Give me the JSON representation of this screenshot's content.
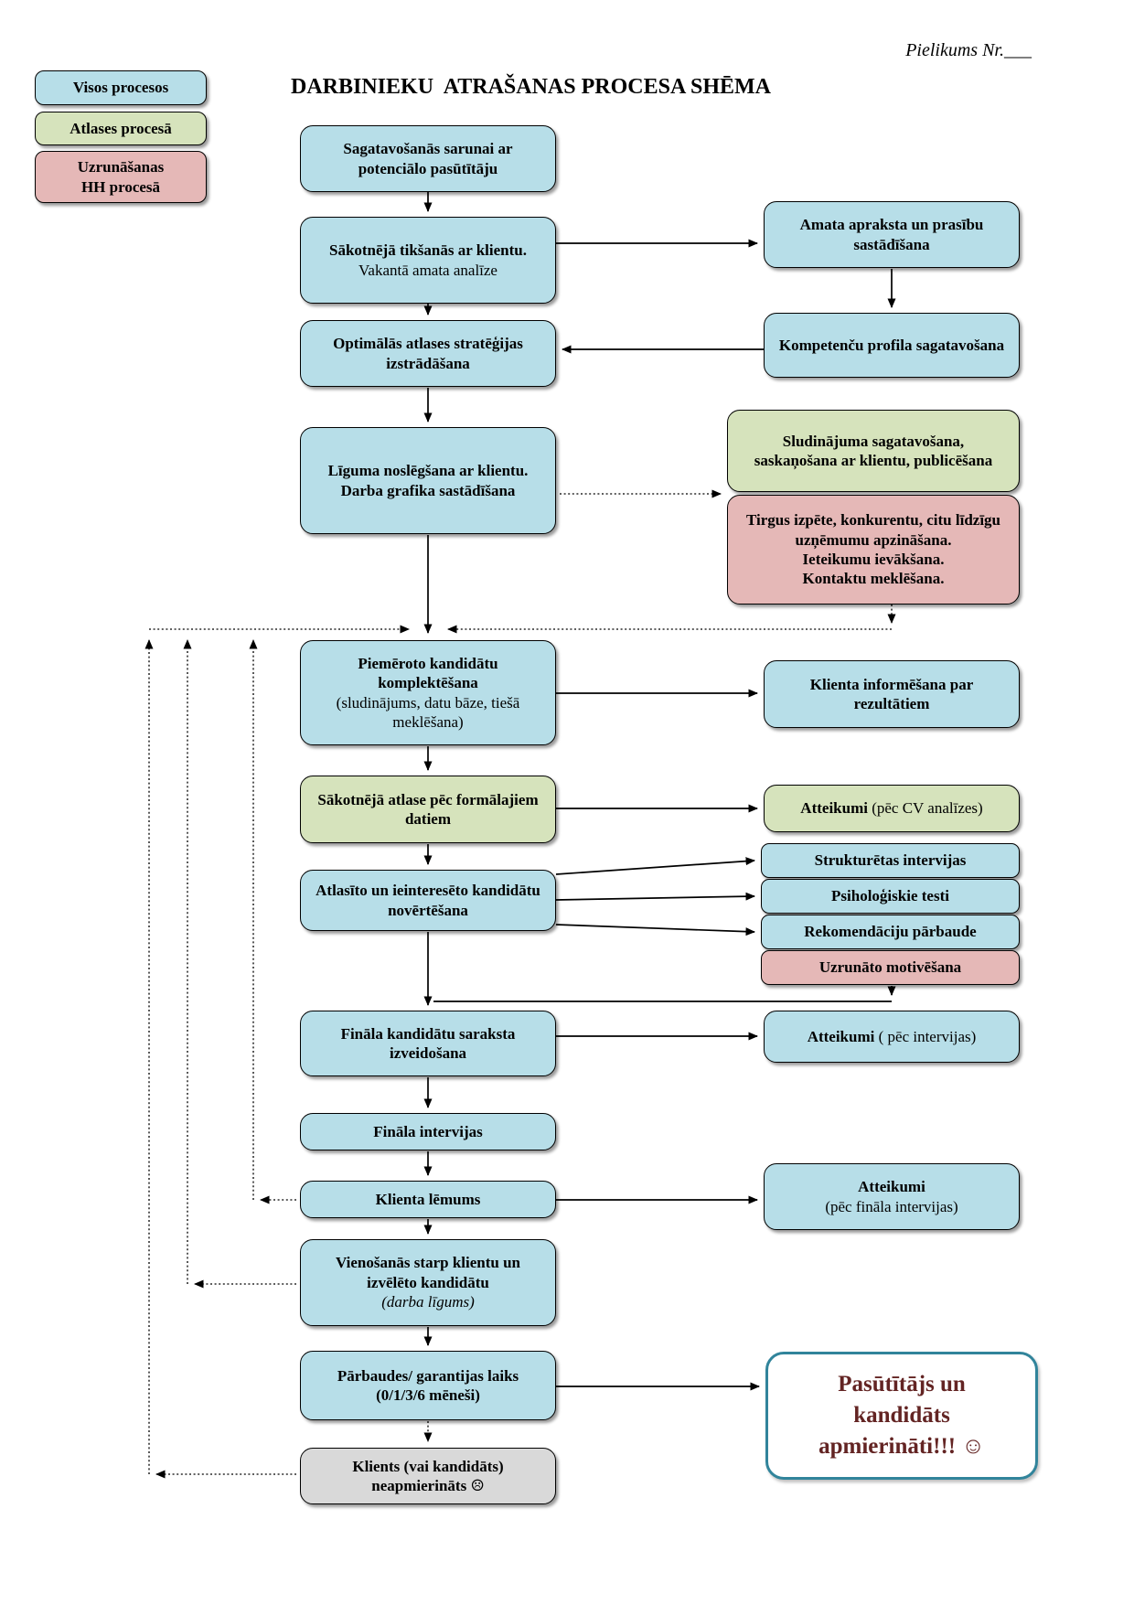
{
  "page": {
    "annotation": "Pielikums Nr.___",
    "title": "DARBINIEKU  ATRAŠANAS PROCESA SHĒMA"
  },
  "legend": {
    "all_processes": "Visos procesos",
    "selection_process": "Atlases procesā",
    "hh_l1": "Uzrunāšanas",
    "hh_l2": "HH procesā"
  },
  "colors": {
    "blue": "#b7dee8",
    "green": "#d6e3bc",
    "pink": "#e5b8b7",
    "gray": "#d9d9d9",
    "final_border": "#31849b",
    "final_text": "#632423"
  },
  "nodes": {
    "prep": "Sagatavošanās sarunai ar potenciālo pasūtītāju",
    "meeting_bold": "Sākotnējā tikšanās ar klientu.",
    "meeting_reg": "Vakantā amata analīze",
    "job_desc": "Amata apraksta un prasību sastādīšana",
    "competency": "Kompetenču profila sagatavošana",
    "strategy": "Optimālās atlases stratēģijas izstrādāšana",
    "contract_l1": "Līguma noslēgšana ar klientu.",
    "contract_l2": "Darba grafika sastādīšana",
    "ad": "Sludinājuma sagatavošana, saskaņošana ar klientu, publicēšana",
    "market_l1": "Tirgus izpēte, konkurentu, citu līdzīgu uzņēmumu apzināšana.",
    "market_l2": "Ieteikumu ievākšana.",
    "market_l3": "Kontaktu meklēšana.",
    "pool_bold": "Piemēroto kandidātu komplektēšana",
    "pool_reg": "(sludinājums, datu bāze, tiešā meklēšana)",
    "inform": "Klienta informēšana par rezultātiem",
    "screening": "Sākotnējā atlase pēc formālajiem datiem",
    "reject_cv_bold": "Atteikumi",
    "reject_cv_reg": "(pēc CV analīzes)",
    "assess": "Atlasīto un ieinteresēto kandidātu novērtēšana",
    "interviews": "Strukturētas intervijas",
    "tests": "Psiholoģiskie testi",
    "references": "Rekomendāciju pārbaude",
    "motivate": "Uzrunāto motivēšana",
    "shortlist": "Fināla kandidātu saraksta izveidošana",
    "reject_int_bold": "Atteikumi",
    "reject_int_reg": "( pēc intervijas)",
    "final_interviews": "Fināla intervijas",
    "decision": "Klienta lēmums",
    "reject_final_bold": "Atteikumi",
    "reject_final_reg": "(pēc fināla intervijas)",
    "agreement_bold": "Vienošanās starp klientu un izvēlēto kandidātu",
    "agreement_ital": "(darba līgums)",
    "probation_l1": "Pārbaudes/ garantijas laiks",
    "probation_l2": "(0/1/3/6 mēneši)",
    "happy_l1": "Pasūtītājs un",
    "happy_l2": "kandidāts",
    "happy_l3": "apmierināti!!!",
    "happy_smiley": "☺",
    "unhappy_l1": "Klients (vai kandidāts)",
    "unhappy_l2": "neapmierināts",
    "unhappy_frown": "☹"
  }
}
